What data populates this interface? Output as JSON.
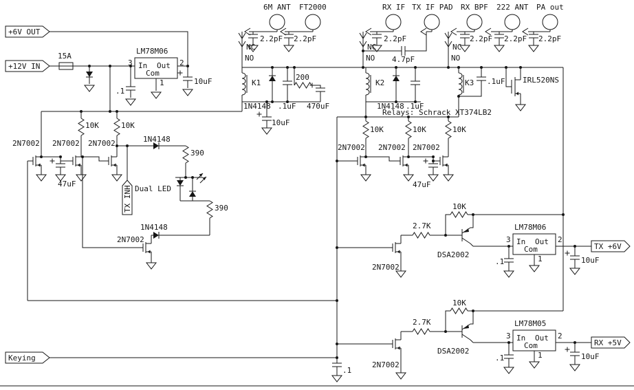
{
  "flags": {
    "v6_out": "+6V OUT",
    "v12_in": "+12V IN",
    "keying": "Keying",
    "tx_6v": "TX +6V",
    "rx_5v": "RX +5V",
    "tx_inh": "TX INH"
  },
  "connectors": [
    "6M ANT",
    "FT2000",
    "RX IF",
    "TX IF PAD",
    "RX BPF",
    "222 ANT",
    "PA out"
  ],
  "contacts": {
    "nc": "NC",
    "no": "NO"
  },
  "relays": {
    "k1": "K1",
    "k2": "K2",
    "k3": "K3",
    "note": "Relays:  Schrack XT374LB2"
  },
  "parts": {
    "fuse": "15A",
    "reg_6v": "LM78M06",
    "reg_5v": "LM78M05",
    "nmos": "2N7002",
    "pmos": "IRL520NS",
    "pnp": "DSA2002",
    "diode": "1N4148",
    "dual_led": "Dual LED",
    "r_10k": "10K",
    "r_390": "390",
    "r_200": "200",
    "r_2k7": "2.7K",
    "c_2p2": "2.2pF",
    "c_4p7": "4.7pF",
    "c_100n": ".1uF",
    "c_point1": ".1",
    "c_10u": "10uF",
    "c_47u": "47uF",
    "c_470u": "470uF"
  },
  "reg_pins": {
    "p3": "3",
    "p2": "2",
    "p1": "1",
    "in": "In",
    "out": "Out",
    "com": "Com"
  }
}
